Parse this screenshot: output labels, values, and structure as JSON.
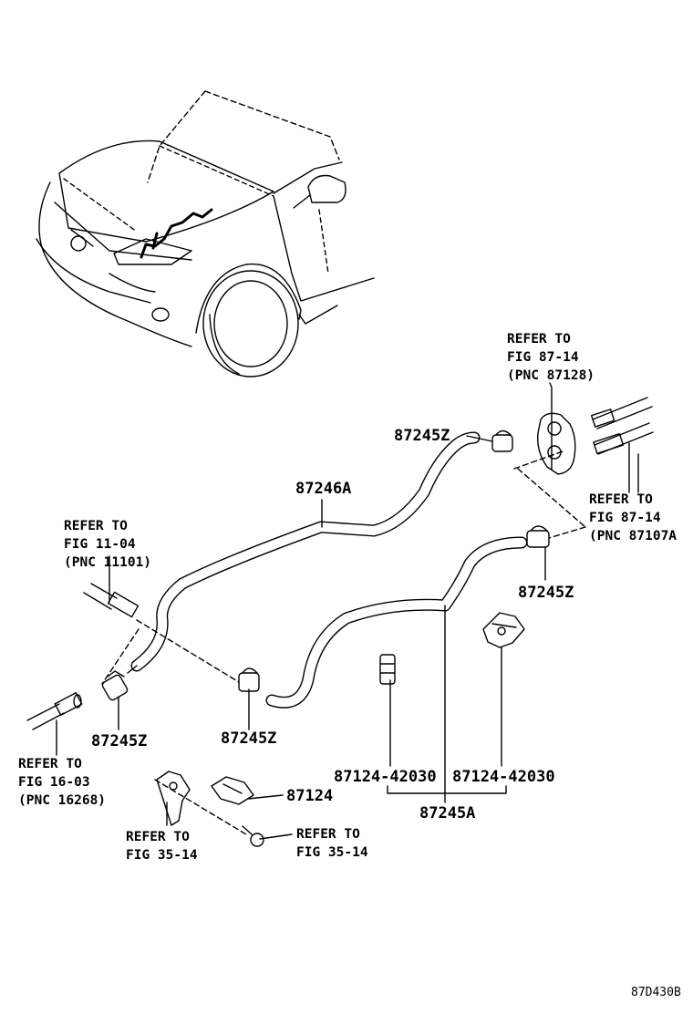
{
  "labels": {
    "refer_top_right": [
      "REFER TO",
      "FIG 87-14",
      "(PNC 87128)"
    ],
    "refer_right": [
      "REFER TO",
      "FIG 87-14",
      "(PNC 87107A"
    ],
    "refer_left": [
      "REFER TO",
      "FIG 11-04",
      "(PNC 11101)"
    ],
    "refer_bottom_left": [
      "REFER TO",
      "FIG 16-03",
      "(PNC 16268)"
    ],
    "refer_bracket": [
      "REFER TO",
      "FIG 35-14"
    ],
    "refer_bolt": [
      "REFER TO",
      "FIG 35-14"
    ],
    "pn_87245Z_top": "87245Z",
    "pn_87245Z_right": "87245Z",
    "pn_87245Z_left": "87245Z",
    "pn_87245Z_mid": "87245Z",
    "pn_87246A": "87246A",
    "pn_87124_42030_a": "87124-42030",
    "pn_87124_42030_b": "87124-42030",
    "pn_87245A": "87245A",
    "pn_87124": "87124",
    "figure_code": "87D430B"
  }
}
